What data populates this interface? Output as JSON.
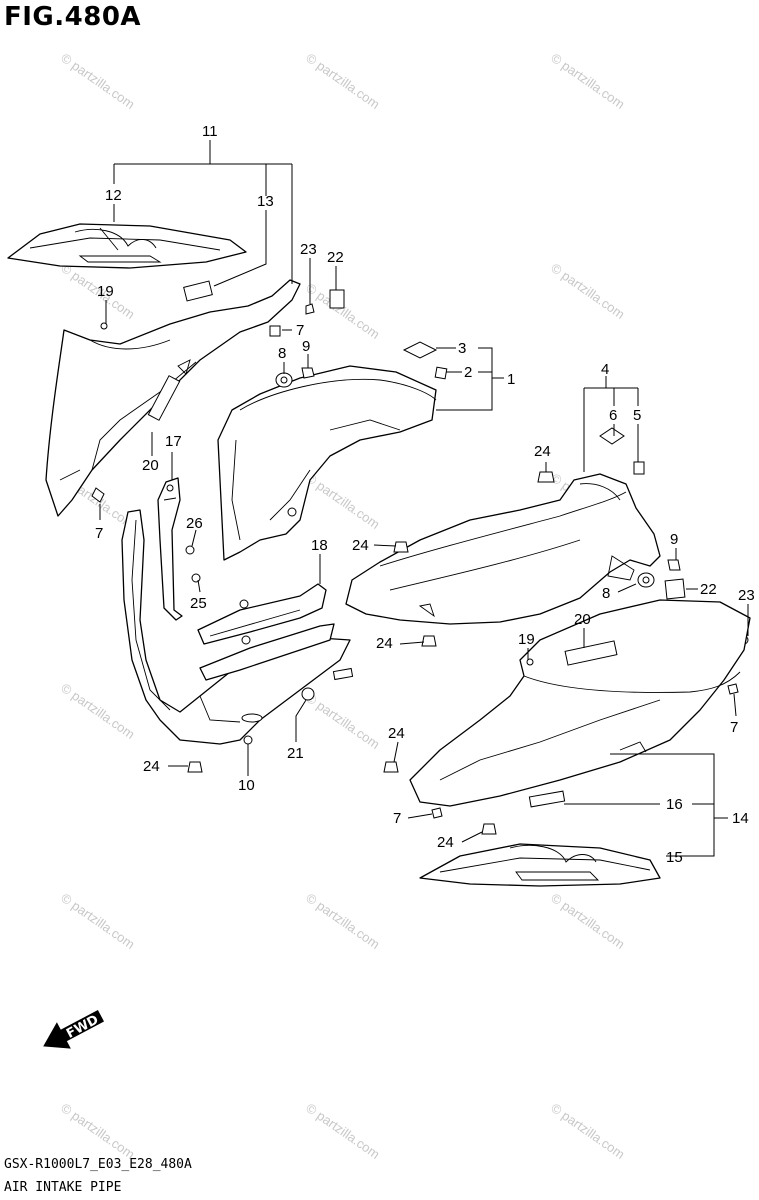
{
  "figure": {
    "title": "FIG.480A",
    "model_code": "GSX-R1000L7_E03_E28_480A",
    "section_name": "AIR INTAKE PIPE",
    "fwd_label": "FWD"
  },
  "watermark": {
    "text": "© partzilla.com"
  },
  "callouts": [
    "1",
    "2",
    "3",
    "4",
    "5",
    "6",
    "7",
    "8",
    "9",
    "10",
    "11",
    "12",
    "13",
    "14",
    "15",
    "16",
    "17",
    "18",
    "19",
    "20",
    "21",
    "22",
    "23",
    "24",
    "25",
    "26"
  ],
  "colors": {
    "line": "#000000",
    "watermark": "#c8c8c8",
    "background": "#ffffff"
  }
}
